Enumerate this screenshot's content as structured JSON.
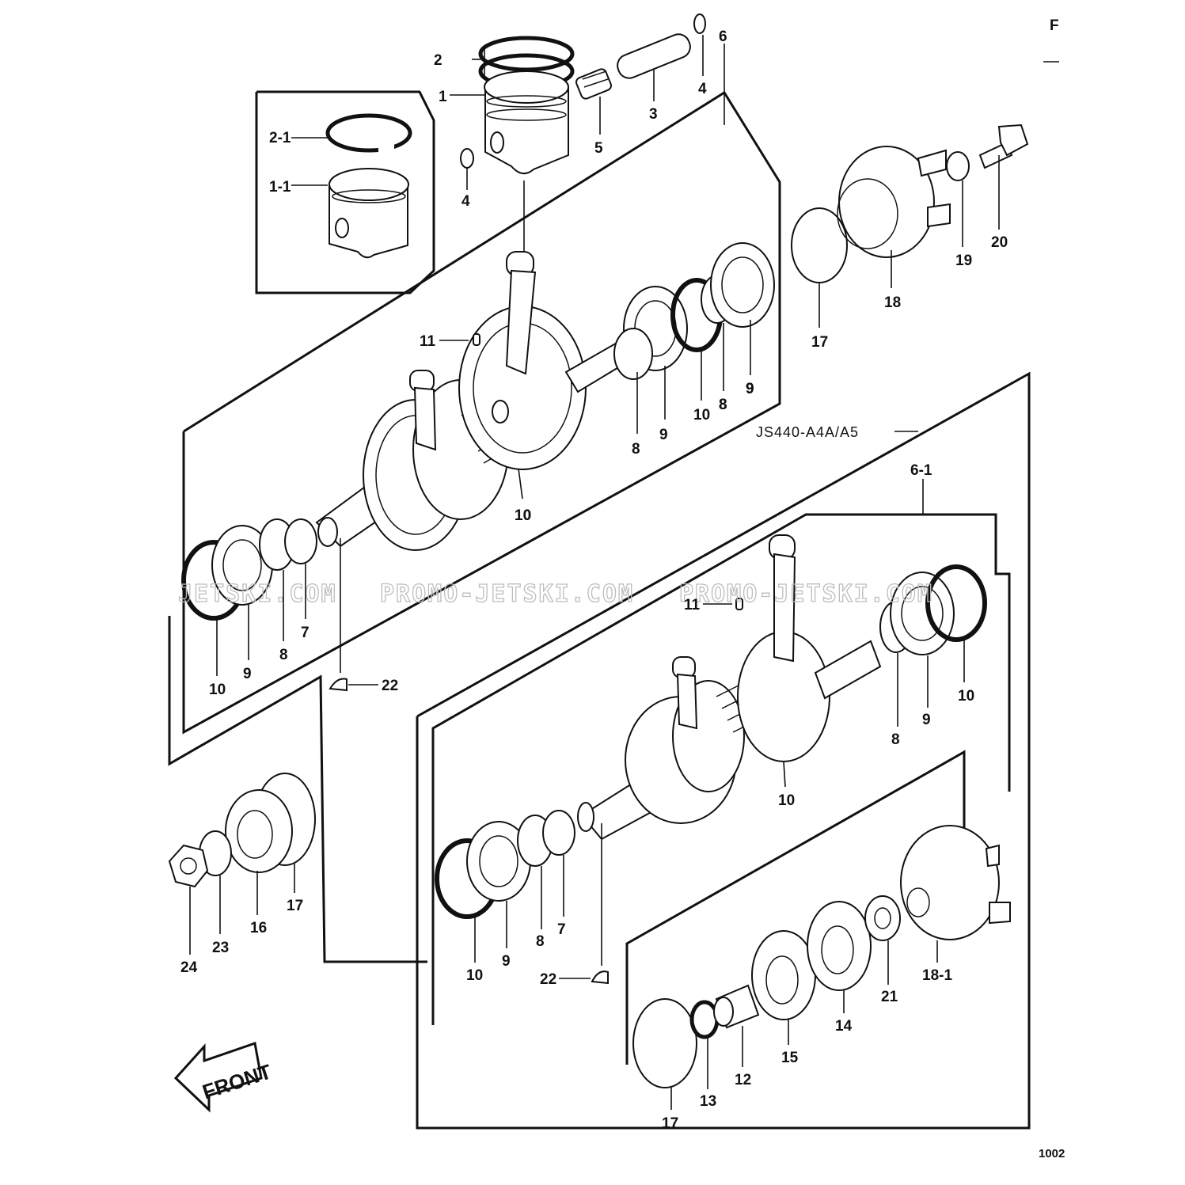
{
  "page": {
    "section_letter": "F",
    "page_code": "1002",
    "model_variant_label": "JS440-A4A/A5",
    "front_label": "FRONT"
  },
  "watermarks": [
    "JETSKI.COM",
    "PROMO-JETSKI.COM",
    "PROMO-JETSKI.COM"
  ],
  "part_labels": {
    "upper_assembly": [
      "1",
      "2",
      "2-1",
      "1-1",
      "3",
      "4",
      "4",
      "5",
      "6",
      "11",
      "8",
      "9",
      "10",
      "8",
      "9",
      "10",
      "8",
      "9",
      "10",
      "17",
      "18",
      "19",
      "20",
      "10",
      "9",
      "8",
      "7",
      "22"
    ],
    "lower_left": [
      "24",
      "23",
      "16",
      "17"
    ],
    "lower_assembly": [
      "6-1",
      "11",
      "8",
      "9",
      "10",
      "10",
      "10",
      "9",
      "8",
      "7",
      "22",
      "17",
      "13",
      "12",
      "15",
      "14",
      "21",
      "18-1"
    ]
  }
}
